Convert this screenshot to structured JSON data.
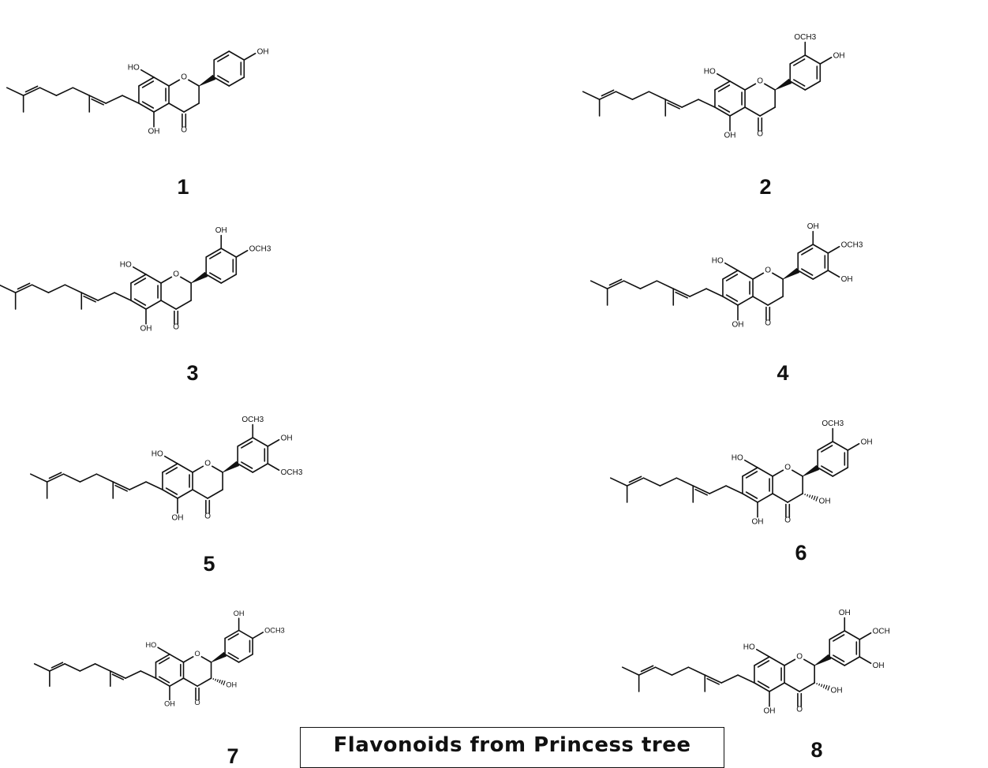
{
  "title": "Flavonoids from Princess tree",
  "atom_labels": {
    "hydroxyl": "OH",
    "hydroxyl_left": "HO",
    "oxygen": "O",
    "methoxy": "OCH3",
    "methoxy_truncated": "OCH"
  },
  "compounds": [
    {
      "number": "1",
      "b_ring": {
        "r3": "",
        "r4": "OH",
        "r5": ""
      },
      "c3_oh": false
    },
    {
      "number": "2",
      "b_ring": {
        "r3": "OCH3",
        "r4": "OH",
        "r5": ""
      },
      "c3_oh": false
    },
    {
      "number": "3",
      "b_ring": {
        "r3": "OH",
        "r4": "OCH3",
        "r5": ""
      },
      "c3_oh": false
    },
    {
      "number": "4",
      "b_ring": {
        "r3": "OH",
        "r4": "OCH3",
        "r5": "OH"
      },
      "c3_oh": false
    },
    {
      "number": "5",
      "b_ring": {
        "r3": "OCH3",
        "r4": "OH",
        "r5": "OCH3"
      },
      "c3_oh": false
    },
    {
      "number": "6",
      "b_ring": {
        "r3": "OCH3",
        "r4": "OH",
        "r5": ""
      },
      "c3_oh": true
    },
    {
      "number": "7",
      "b_ring": {
        "r3": "OH",
        "r4": "OCH3",
        "r5": ""
      },
      "c3_oh": true
    },
    {
      "number": "8",
      "b_ring": {
        "r3": "OH",
        "r4": "OCH",
        "r5": "OH"
      },
      "c3_oh": true
    }
  ]
}
